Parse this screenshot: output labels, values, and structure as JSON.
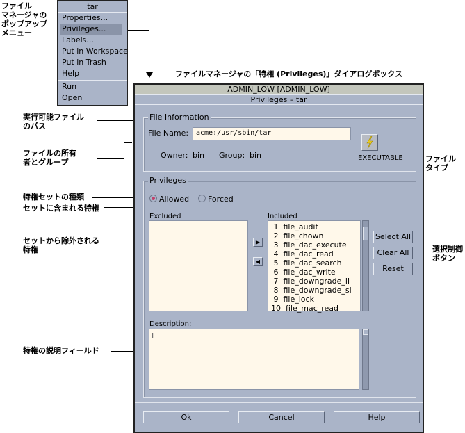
{
  "annotations": {
    "popup_menu": "ファイル\nマネージャの\nポップアップ\nメニュー",
    "dialog_caption": "ファイルマネージャの「特権 (Privileges)」ダイアログボックス",
    "exec_path": "実行可能ファイル\nのパス",
    "owner_group": "ファイルの所有\n者とグループ",
    "file_type": "ファイル\nタイプ",
    "set_type": "特権セットの種類",
    "included_privs": "セットに含まれる特権",
    "excluded_privs": "セットから除外される\n特権",
    "selection_buttons": "選択制御\nボタン",
    "description_field": "特権の説明フィールド"
  },
  "menu": {
    "title": "tar",
    "items": [
      "Properties...",
      "Privileges...",
      "Labels...",
      "Put in Workspace",
      "Put in Trash",
      "Help"
    ],
    "items2": [
      "Run",
      "Open"
    ],
    "selected": "Privileges..."
  },
  "dialog": {
    "label_title": "ADMIN_LOW [ADMIN_LOW]",
    "title": "Privileges – tar",
    "file_info": {
      "legend": "File Information",
      "file_name_label": "File Name:",
      "file_name_value": "acme:/usr/sbin/tar",
      "owner_label": "Owner:",
      "owner": "bin",
      "group_label": "Group:",
      "group": "bin",
      "file_type": "EXECUTABLE",
      "icon": "lightning-icon",
      "icon_color": "#f0d020"
    },
    "privileges": {
      "legend": "Privileges",
      "radio_allowed": "Allowed",
      "radio_forced": "Forced",
      "selected": "Allowed",
      "excluded_label": "Excluded",
      "included_label": "Included",
      "excluded": [],
      "included": [
        " 1  file_audit",
        " 2  file_chown",
        " 3  file_dac_execute",
        " 4  file_dac_read",
        " 5  file_dac_search",
        " 6  file_dac_write",
        " 7  file_downgrade_il",
        " 8  file_downgrade_sl",
        " 9  file_lock",
        "10  file_mac_read"
      ],
      "select_all": "Select All",
      "clear_all": "Clear All",
      "reset": "Reset",
      "description_label": "Description:",
      "description": ""
    },
    "buttons": {
      "ok": "Ok",
      "cancel": "Cancel",
      "help": "Help"
    }
  }
}
